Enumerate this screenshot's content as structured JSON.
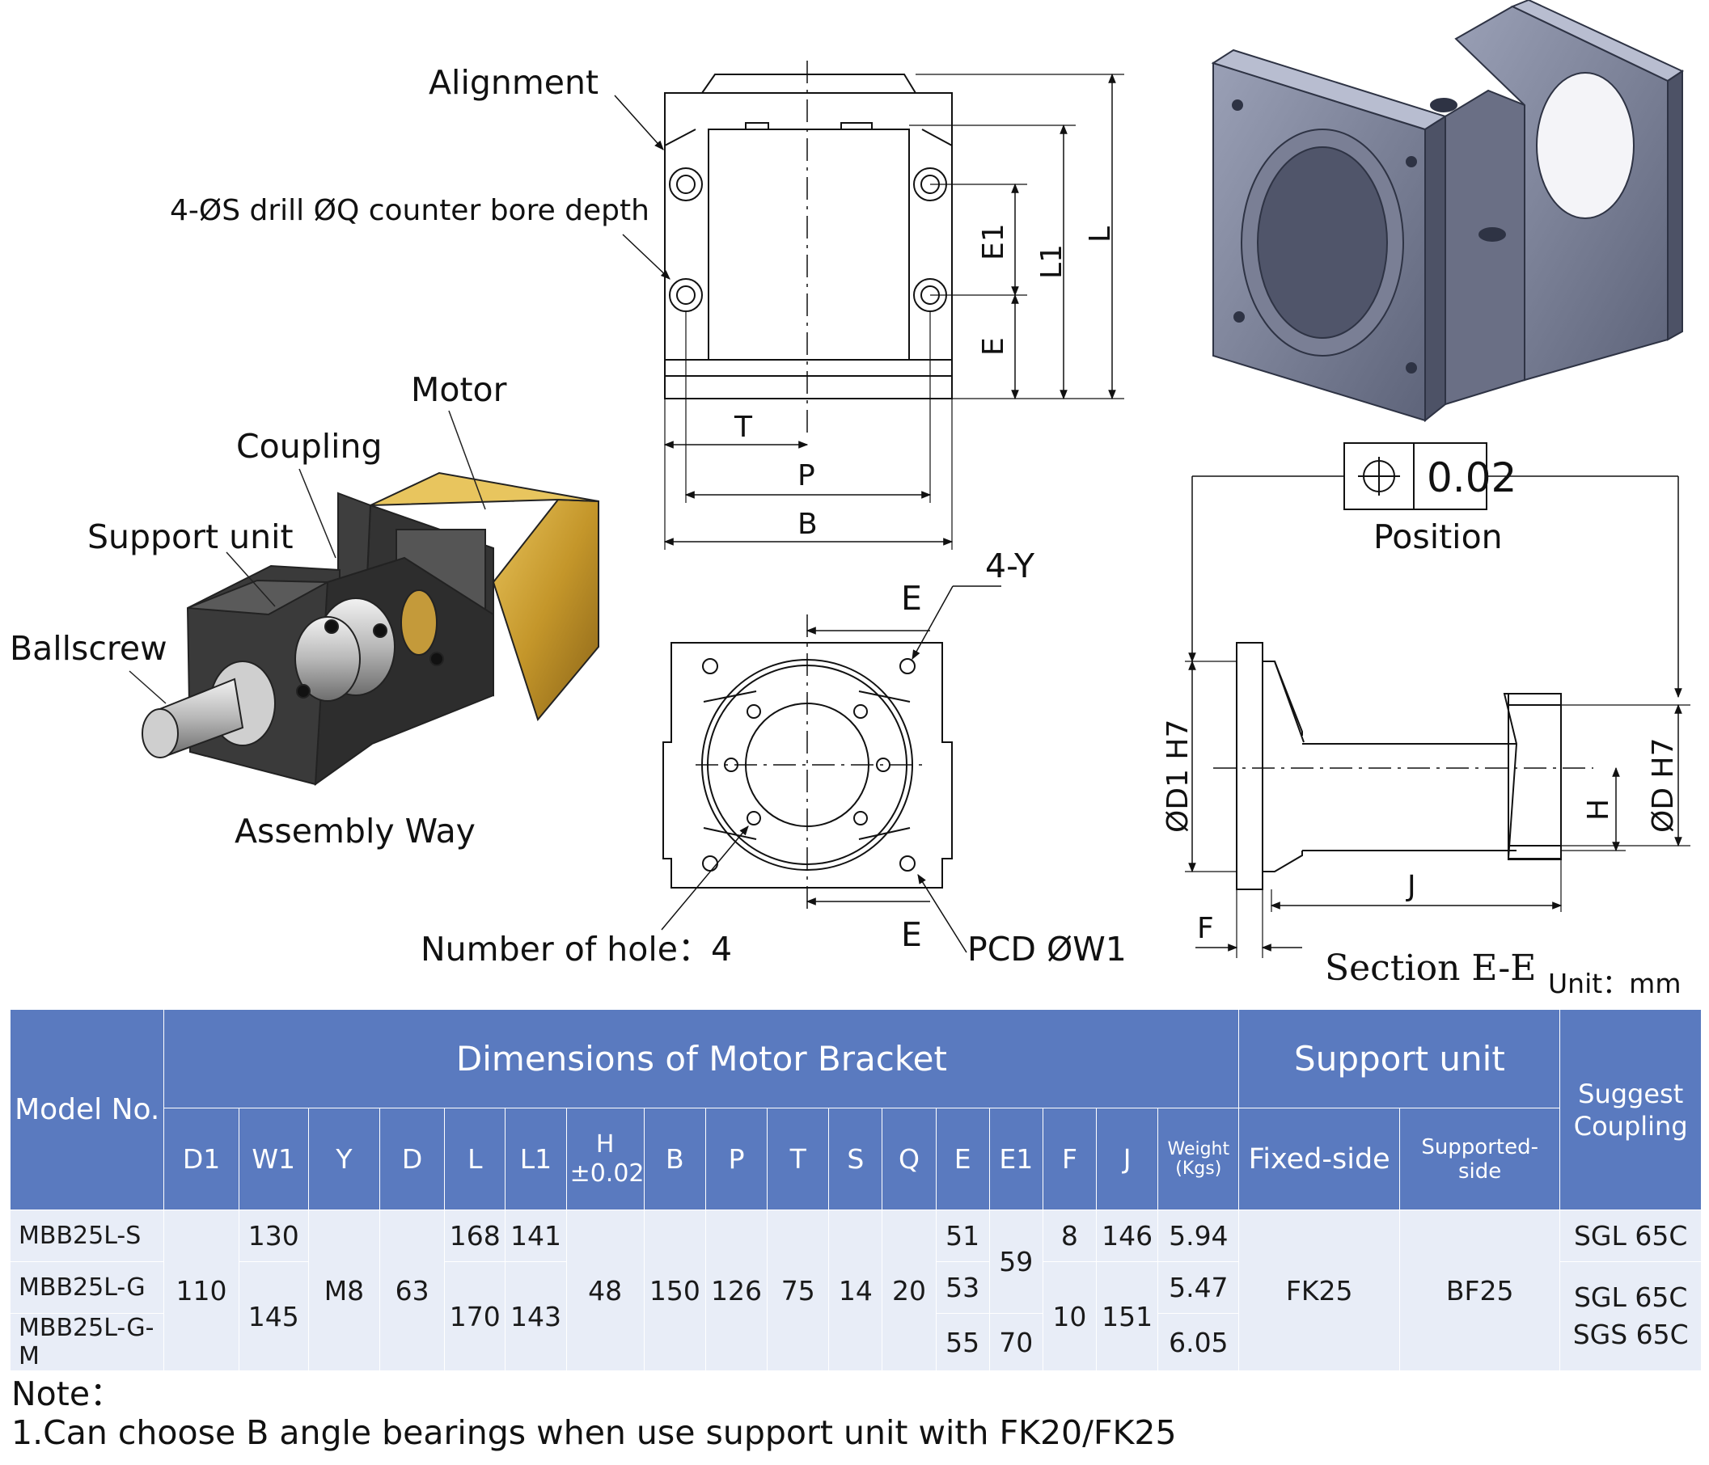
{
  "labels": {
    "alignment": "Alignment",
    "counterbore": "4-ØS drill ØQ counter bore depth",
    "motor": "Motor",
    "coupling": "Coupling",
    "support_unit": "Support unit",
    "ballscrew": "Ballscrew",
    "assembly_way": "Assembly Way",
    "number_of_hole": "Number of hole：4",
    "pcd": "PCD ØW1",
    "four_y": "4-Y",
    "e_top": "E",
    "e_bottom": "E",
    "position": "Position",
    "tolerance": "0.02",
    "section": "Section E-E",
    "unit": "Unit：mm"
  },
  "dims": {
    "T": "T",
    "P": "P",
    "B": "B",
    "L": "L",
    "L1": "L1",
    "E": "E",
    "E1": "E1",
    "D1": "ØD1 H7",
    "D": "ØD H7",
    "H": "H",
    "J": "J",
    "F": "F"
  },
  "table": {
    "headers": {
      "model": "Model No.",
      "dimensions": "Dimensions of Motor Bracket",
      "support_unit": "Support unit",
      "suggest_coupling": "Suggest Coupling",
      "fixed_side": "Fixed-side",
      "supported_side": "Supported-side",
      "cols": [
        "D1",
        "W1",
        "Y",
        "D",
        "L",
        "L1",
        "H ±0.02",
        "B",
        "P",
        "T",
        "S",
        "Q",
        "E",
        "E1",
        "F",
        "J",
        "Weight (Kgs)"
      ]
    },
    "models": [
      "MBB25L-S",
      "MBB25L-G",
      "MBB25L-G-M"
    ],
    "D1": "110",
    "W1": [
      "130",
      "145"
    ],
    "Y": "M8",
    "D": "63",
    "L": [
      "168",
      "170"
    ],
    "L1": [
      "141",
      "143"
    ],
    "H": "48",
    "B": "150",
    "P": "126",
    "T": "75",
    "S": "14",
    "Q": "20",
    "E": [
      "51",
      "53",
      "55"
    ],
    "E1": [
      "59",
      "70"
    ],
    "F": [
      "8",
      "10"
    ],
    "J": [
      "146",
      "151"
    ],
    "weight": [
      "5.94",
      "5.47",
      "6.05"
    ],
    "fixed_side": "FK25",
    "supported_side": "BF25",
    "coupling": [
      "SGL 65C",
      "SGL 65C",
      "SGS 65C"
    ]
  },
  "note": {
    "title": "Note：",
    "line1": "1.Can choose B angle bearings when use support unit with FK20/FK25"
  }
}
